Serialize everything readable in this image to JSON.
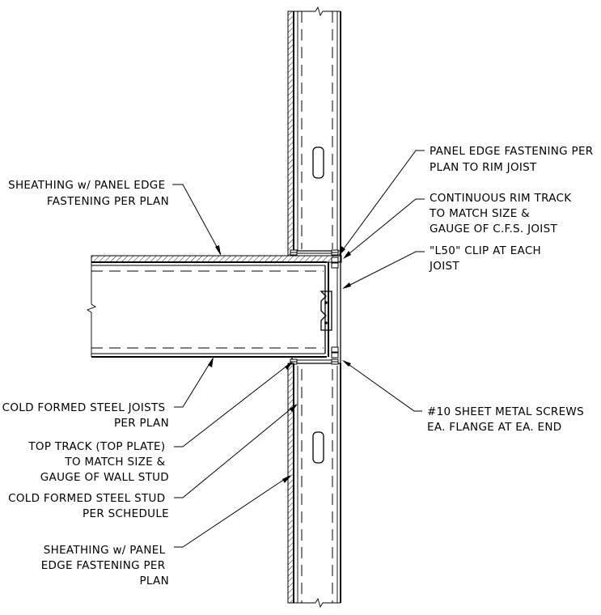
{
  "labels": {
    "sheathing_floor": [
      "SHEATHING w/ PANEL EDGE",
      "FASTENING PER PLAN"
    ],
    "panel_edge_fastening": [
      "PANEL EDGE FASTENING PER",
      "PLAN TO RIM JOIST"
    ],
    "rim_track": [
      "CONTINUOUS RIM TRACK",
      "TO MATCH SIZE &",
      "GAUGE OF C.F.S. JOIST"
    ],
    "l50_clip": [
      "\"L50\" CLIP AT EACH",
      "JOIST"
    ],
    "joists": [
      "COLD FORMED STEEL JOISTS",
      "PER PLAN"
    ],
    "top_track": [
      "TOP TRACK (TOP PLATE)",
      "TO MATCH SIZE &",
      "GAUGE OF WALL STUD"
    ],
    "stud": [
      "COLD FORMED STEEL STUD",
      "PER SCHEDULE"
    ],
    "sheathing_wall": [
      "SHEATHING w/ PANEL",
      "EDGE FASTENING PER",
      "PLAN"
    ],
    "screws": [
      "#10 SHEET METAL SCREWS",
      "EA. FLANGE AT EA. END"
    ]
  }
}
